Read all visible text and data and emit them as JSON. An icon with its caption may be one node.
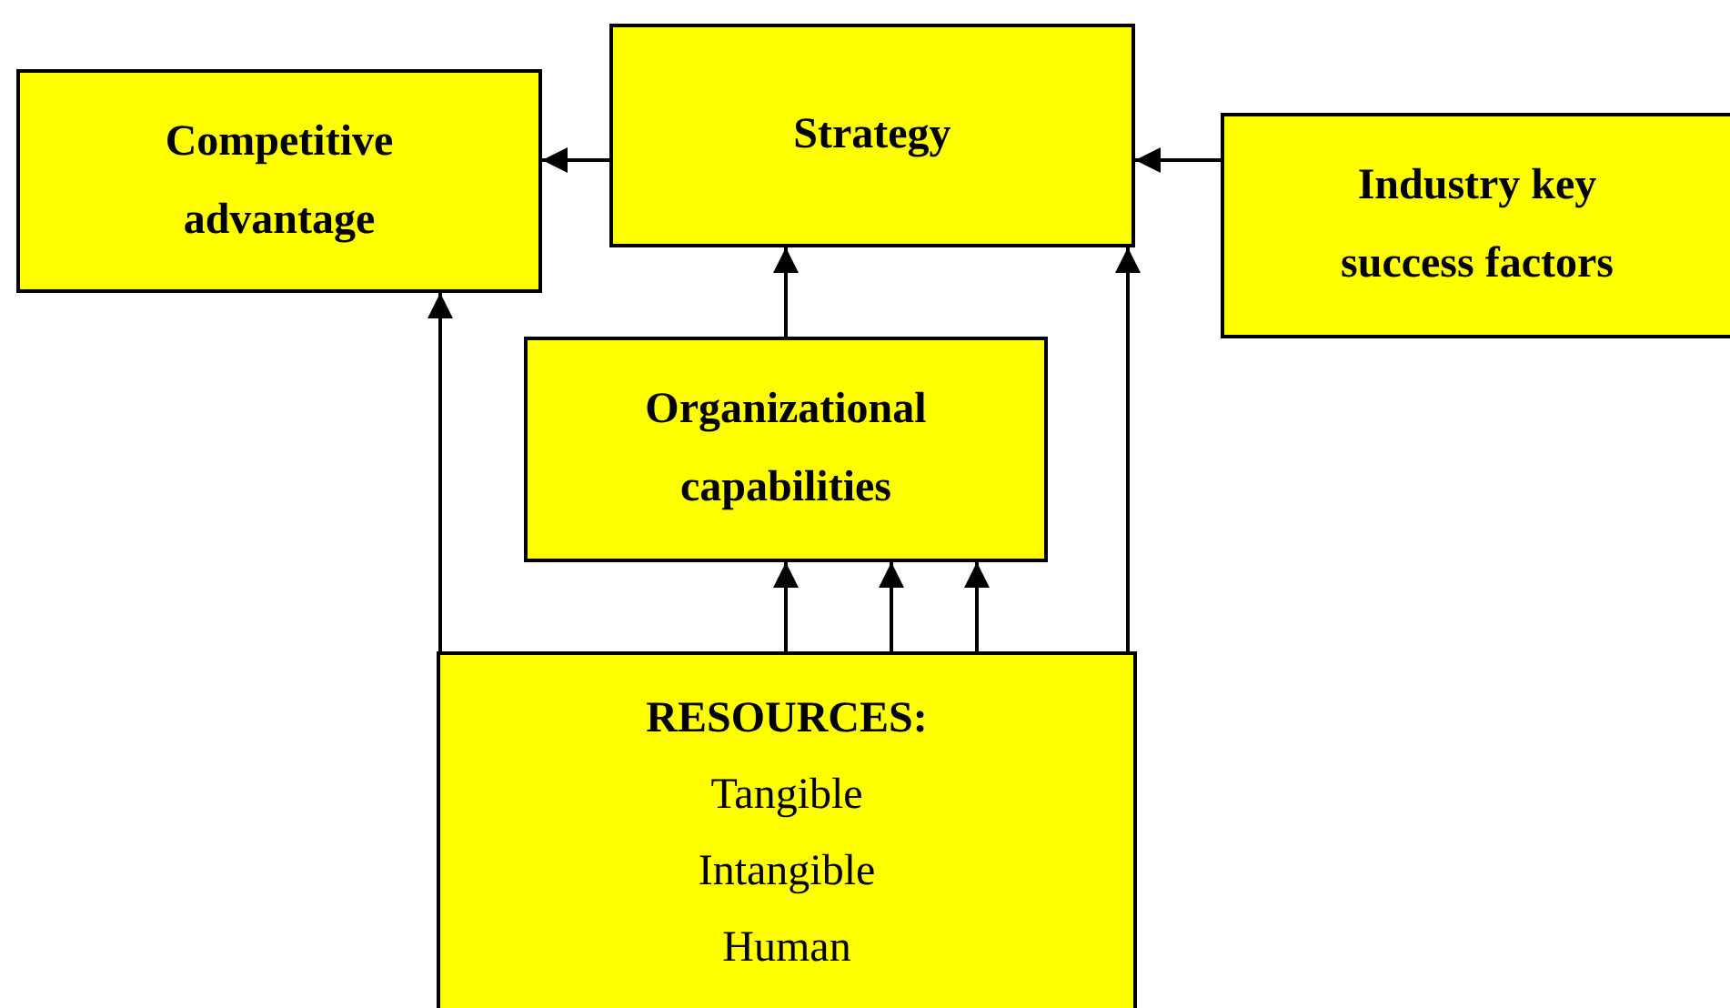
{
  "diagram": {
    "nodes": [
      {
        "text": [
          "Competitive advantage"
        ]
      },
      {
        "text": [
          "Strategy"
        ]
      },
      {
        "text": [
          "Industry key success factors"
        ]
      },
      {
        "text": [
          "Organizational capabilities"
        ]
      },
      {
        "text": [
          "RESOURCES:",
          "Tangible",
          "Intangible",
          "Human"
        ]
      }
    ],
    "edges": [
      {
        "from": 1,
        "to": 0,
        "arrow": "to"
      },
      {
        "from": 2,
        "to": 1,
        "arrow": "to"
      },
      {
        "from": 3,
        "to": 1,
        "arrow": "to"
      },
      {
        "from": 4,
        "to": 3,
        "arrow": "to"
      },
      {
        "from": 4,
        "to": 3,
        "arrow": "to"
      },
      {
        "from": 4,
        "to": 3,
        "arrow": "to"
      },
      {
        "from": 4,
        "to": 0,
        "arrow": "to"
      },
      {
        "from": 4,
        "to": 1,
        "arrow": "to"
      }
    ]
  }
}
